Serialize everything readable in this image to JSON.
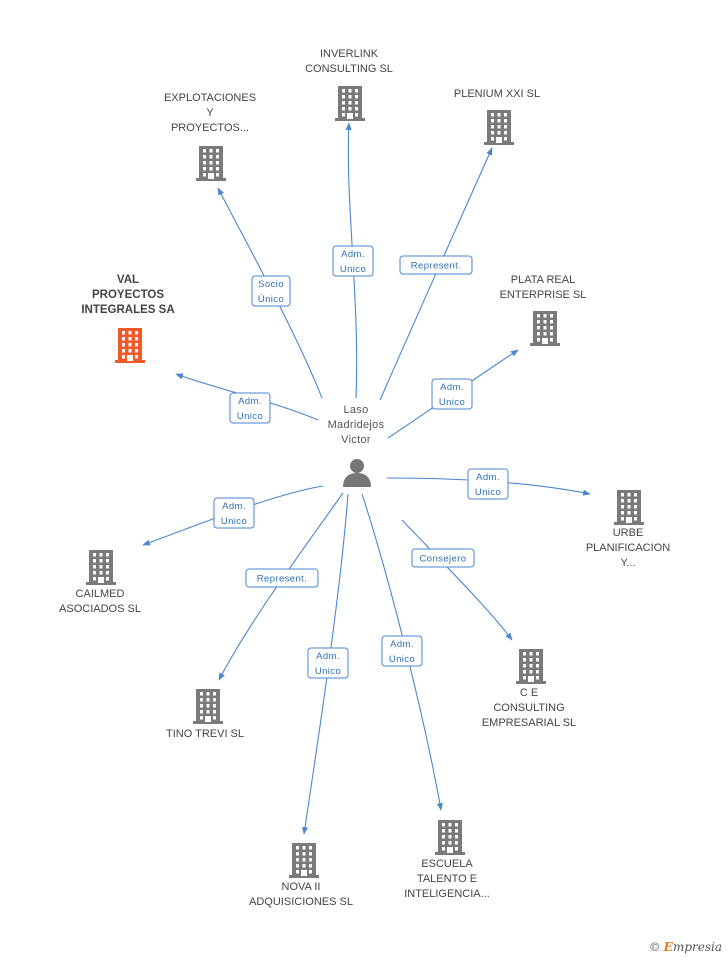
{
  "colors": {
    "edge": "#4a86d0",
    "building": "#7a7a7a",
    "highlight": "#f05a28",
    "person": "#777777"
  },
  "center": {
    "label": [
      "Laso",
      "Madridejos",
      "Victor"
    ],
    "icon": "person-icon"
  },
  "nodes": [
    {
      "id": "explotaciones",
      "label": [
        "EXPLOTACIONES",
        "Y",
        "PROYECTOS..."
      ],
      "icon": "building-icon",
      "highlight": false
    },
    {
      "id": "inverlink",
      "label": [
        "INVERLINK",
        "CONSULTING SL"
      ],
      "icon": "building-icon",
      "highlight": false
    },
    {
      "id": "plenium",
      "label": [
        "PLENIUM XXI SL"
      ],
      "icon": "building-icon",
      "highlight": false
    },
    {
      "id": "val",
      "label": [
        "VAL",
        "PROYECTOS",
        "INTEGRALES SA"
      ],
      "icon": "building-icon",
      "highlight": true
    },
    {
      "id": "plata",
      "label": [
        "PLATA REAL",
        "ENTERPRISE SL"
      ],
      "icon": "building-icon",
      "highlight": false
    },
    {
      "id": "urbe",
      "label": [
        "URBE",
        "PLANIFICACION",
        "Y..."
      ],
      "icon": "building-icon",
      "highlight": false
    },
    {
      "id": "cailmed",
      "label": [
        "CAILMED",
        "ASOCIADOS  SL"
      ],
      "icon": "building-icon",
      "highlight": false
    },
    {
      "id": "ce",
      "label": [
        "C E",
        "CONSULTING",
        "EMPRESARIAL SL"
      ],
      "icon": "building-icon",
      "highlight": false
    },
    {
      "id": "tino",
      "label": [
        "TINO TREVI SL"
      ],
      "icon": "building-icon",
      "highlight": false
    },
    {
      "id": "nova",
      "label": [
        "NOVA II",
        "ADQUISICIONES SL"
      ],
      "icon": "building-icon",
      "highlight": false
    },
    {
      "id": "escuela",
      "label": [
        "ESCUELA",
        "TALENTO E",
        "INTELIGENCIA..."
      ],
      "icon": "building-icon",
      "highlight": false
    }
  ],
  "relations": [
    {
      "to": "explotaciones",
      "label": [
        "Socio",
        "Único"
      ]
    },
    {
      "to": "inverlink",
      "label": [
        "Adm.",
        "Unico"
      ]
    },
    {
      "to": "plenium",
      "label": [
        "Represent."
      ]
    },
    {
      "to": "val",
      "label": [
        "Adm.",
        "Unico"
      ]
    },
    {
      "to": "plata",
      "label": [
        "Adm.",
        "Unico"
      ]
    },
    {
      "to": "urbe",
      "label": [
        "Adm.",
        "Unico"
      ]
    },
    {
      "to": "cailmed",
      "label": [
        "Adm.",
        "Unico"
      ]
    },
    {
      "to": "ce",
      "label": [
        "Consejero"
      ]
    },
    {
      "to": "tino",
      "label": [
        "Represent."
      ]
    },
    {
      "to": "nova",
      "label": [
        "Adm.",
        "Unico"
      ]
    },
    {
      "to": "escuela",
      "label": [
        "Adm.",
        "Unico"
      ]
    }
  ],
  "brand": {
    "copyright": "©",
    "initial": "E",
    "rest": "mpresia"
  }
}
